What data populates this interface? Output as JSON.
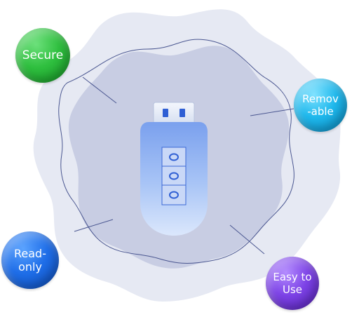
{
  "labels": {
    "secure": "Secure",
    "removable": "Remov\n-able",
    "readonly": "Read-\nonly",
    "easy": "Easy to\nUse"
  },
  "colors": {
    "secure": "#2fbf3f",
    "removable": "#1fb8ec",
    "readonly": "#1f6ee8",
    "easy": "#7d43e6",
    "blob_outer": "#e6e9f3",
    "blob_inner": "#c8cde3",
    "line": "#4a5690",
    "usb_body": "#6f97ec"
  },
  "icons": {
    "center": "usb-drive-icon"
  }
}
